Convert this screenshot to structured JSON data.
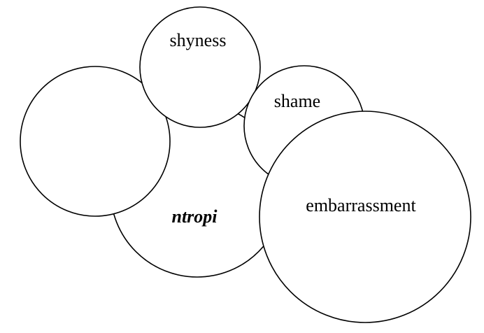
{
  "diagram": {
    "circles": [
      {
        "id": "ntropi",
        "label": "ntropi",
        "emphasis": true
      },
      {
        "id": "unlabeled",
        "label": ""
      },
      {
        "id": "shyness",
        "label": "shyness"
      },
      {
        "id": "shame",
        "label": "shame"
      },
      {
        "id": "embarrassment",
        "label": "embarrassment"
      }
    ],
    "colors": {
      "stroke": "#000000",
      "fill": "#ffffff"
    }
  }
}
